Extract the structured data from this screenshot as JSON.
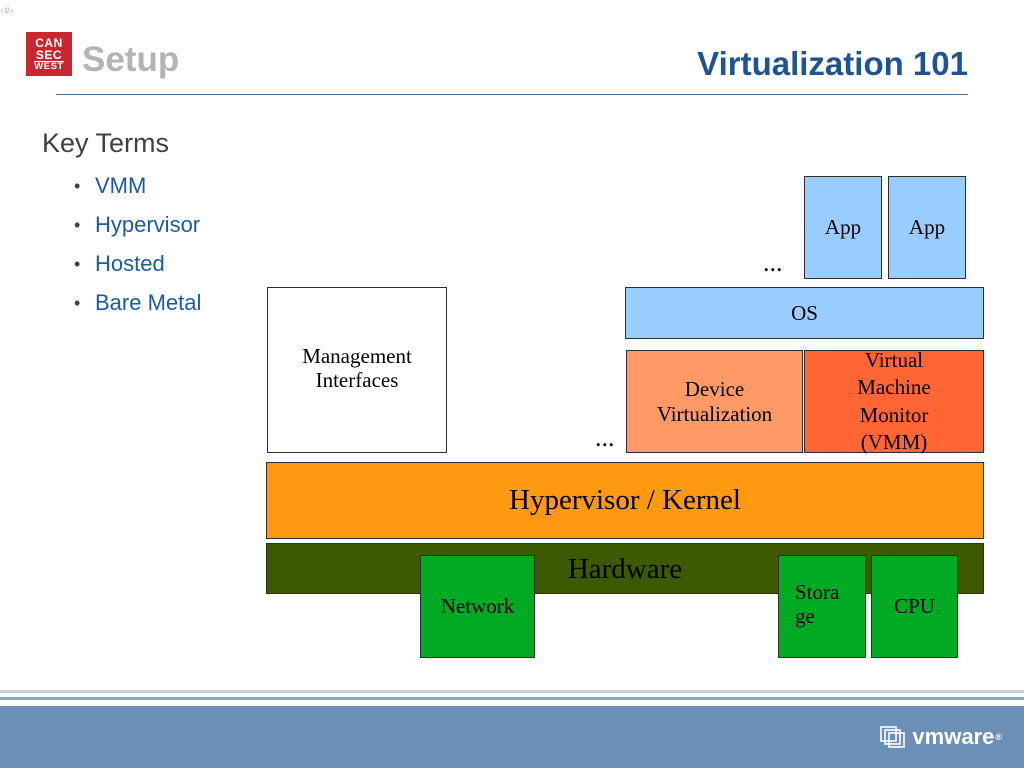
{
  "slide_number_placeholder": "‹#›",
  "logo": {
    "line1": "CAN",
    "line2": "SEC",
    "line3": "WEST"
  },
  "header": {
    "section": "Setup",
    "title": "Virtualization 101"
  },
  "key_terms": {
    "heading": "Key Terms",
    "items": [
      "VMM",
      "Hypervisor",
      "Hosted",
      "Bare Metal"
    ]
  },
  "diagram": {
    "app1": "App",
    "app2": "App",
    "ellipsis_top": "...",
    "os": "OS",
    "management": [
      "Management",
      "Interfaces"
    ],
    "device_virtualization": [
      "Device",
      "Virtualization"
    ],
    "vmm": [
      "Virtual",
      "Machine",
      "Monitor",
      "(VMM)"
    ],
    "ellipsis_mid": "...",
    "hypervisor": "Hypervisor / Kernel",
    "hardware": "Hardware",
    "network": "Network",
    "storage": [
      "Stora",
      "ge"
    ],
    "cpu": "CPU"
  },
  "footer": {
    "brand": "vmware"
  },
  "colors": {
    "title": "#1e5494",
    "section": "#b4b4b4",
    "app_os": "#99ccff",
    "device_virt": "#ff9966",
    "vmm": "#ff6633",
    "hypervisor": "#ff9911",
    "hardware": "#3d5a00",
    "hw_component": "#00aa22",
    "footer": "#6b8fb6"
  }
}
